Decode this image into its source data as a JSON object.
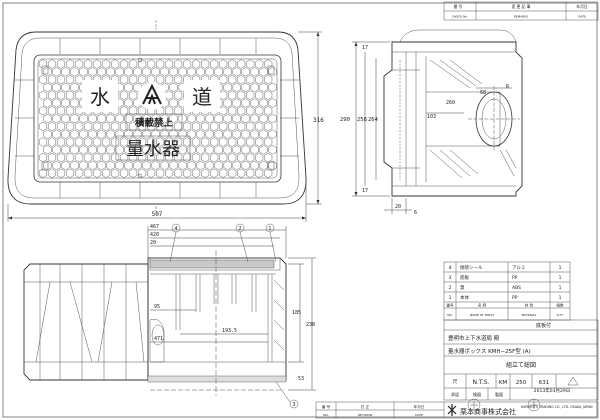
{
  "cover_text": {
    "top_left": "水",
    "top_right": "道",
    "no_load": "積載禁上",
    "device": "量水器"
  },
  "plan_dims": {
    "width": "507",
    "height": "316"
  },
  "side_dims": {
    "overall": "290",
    "mid": "258",
    "inner": "264",
    "top": "17",
    "bottom": "17",
    "hole_w": "68",
    "hole_a": "103",
    "hole_b": "260",
    "foot_a": "20",
    "foot_b": "6",
    "r": "R"
  },
  "front_dims": {
    "w1": "467",
    "w2": "420",
    "w3": "20",
    "in1": "95",
    "in2": "471",
    "in3": "193.5",
    "h1": "185",
    "h2": "238",
    "h3": "53",
    "callouts": [
      "4",
      "2",
      "1",
      "3"
    ]
  },
  "revision_top": {
    "headers": [
      "番 号",
      "変 更 記 事",
      "年月日"
    ],
    "headers_en": [
      "CHECK No.",
      "REMARKS",
      "DATE"
    ]
  },
  "parts": {
    "headers": [
      "番号",
      "名 称",
      "材 質",
      "個数"
    ],
    "headers_en": [
      "NO.",
      "NAME OF PARTS",
      "MATERIAL",
      "Q'TY"
    ],
    "rows": [
      {
        "no": "4",
        "name": "接続シール",
        "material": "アルミ",
        "qty": "1"
      },
      {
        "no": "3",
        "name": "底板",
        "material": "PP",
        "qty": "1"
      },
      {
        "no": "2",
        "name": "蓋",
        "material": "ABS",
        "qty": "1"
      },
      {
        "no": "1",
        "name": "本体",
        "material": "PP",
        "qty": "1"
      }
    ],
    "note": "底板付"
  },
  "title_block": {
    "client": "豊明市上下水道局 殿",
    "product": "量水器ボックス KMH−25F型 (A)",
    "drawing_type": "組立て総図",
    "scale_label": "N.T.S.",
    "scale": "尺",
    "drawing_no_a": "KM",
    "drawing_no_b": "250",
    "drawing_no_c": "631",
    "date": "2013年03月29日",
    "drawn": "製図",
    "checked": "検図",
    "approved": "承認"
  },
  "bottom_row": {
    "headers": [
      "番 号",
      "訂 正",
      "年月日"
    ],
    "headers_en": [
      "NO.",
      "REVISION",
      "DATE"
    ],
    "company_jp": "栗本商事株式会社",
    "company_en": "KURIMOTO TRADING CO., LTD. OSAKA, JAPAN"
  }
}
